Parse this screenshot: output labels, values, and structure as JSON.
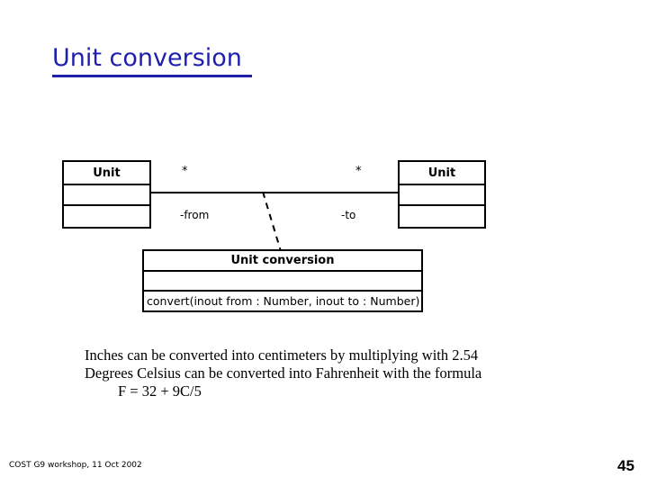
{
  "slide": {
    "title": "Unit conversion",
    "title_color": "#1f1fae",
    "page_number": "45",
    "footer": "COST G9 workshop, 11  Oct 2002"
  },
  "diagram": {
    "type": "uml-class-diagram",
    "classes": [
      {
        "id": "unit-from",
        "name": "Unit",
        "attributes": "",
        "operations": ""
      },
      {
        "id": "unit-to",
        "name": "Unit",
        "attributes": "",
        "operations": ""
      },
      {
        "id": "unit-conversion",
        "name": "Unit conversion",
        "attributes": "",
        "operations": "convert(inout from : Number, inout to : Number)"
      }
    ],
    "association": {
      "multiplicity_from": "*",
      "multiplicity_to": "*",
      "role_from": "-from",
      "role_to": "-to",
      "line_color": "#000000",
      "connector_style": "dashed"
    }
  },
  "body": {
    "line1": "Inches can be converted into centimeters by multiplying with 2.54",
    "line2": "Degrees Celsius can be converted into Fahrenheit with the formula",
    "line3": "F = 32 + 9C/5"
  }
}
